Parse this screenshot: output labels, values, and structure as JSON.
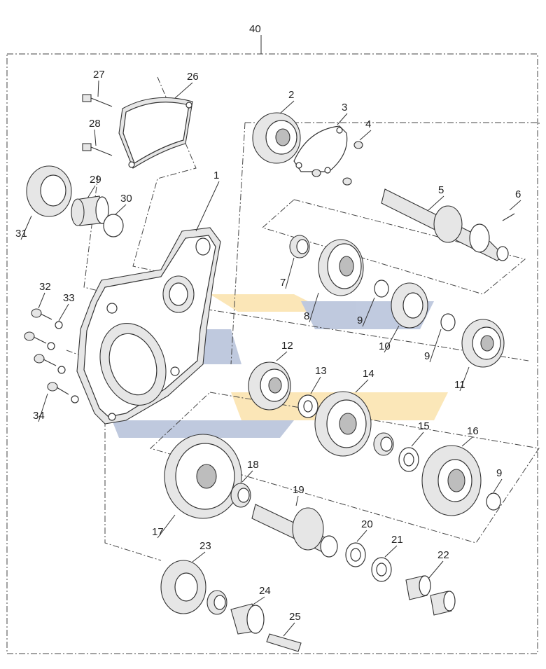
{
  "diagram": {
    "assembly_label": "40",
    "parts": [
      {
        "number": "1",
        "icon": "gearbox-housing"
      },
      {
        "number": "2",
        "icon": "ball-bearing"
      },
      {
        "number": "3",
        "icon": "retainer-plate"
      },
      {
        "number": "4",
        "icon": "screw"
      },
      {
        "number": "5",
        "icon": "input-shaft"
      },
      {
        "number": "6",
        "icon": "pin"
      },
      {
        "number": "7",
        "icon": "needle-bearing"
      },
      {
        "number": "8",
        "icon": "gear"
      },
      {
        "number": "9",
        "icon": "circlip"
      },
      {
        "number": "10",
        "icon": "gear"
      },
      {
        "number": "11",
        "icon": "ball-bearing"
      },
      {
        "number": "12",
        "icon": "ball-bearing"
      },
      {
        "number": "13",
        "icon": "washer"
      },
      {
        "number": "14",
        "icon": "gear"
      },
      {
        "number": "15",
        "icon": "washer"
      },
      {
        "number": "16",
        "icon": "gear"
      },
      {
        "number": "17",
        "icon": "gear"
      },
      {
        "number": "18",
        "icon": "needle-bearing"
      },
      {
        "number": "19",
        "icon": "pinion-shaft"
      },
      {
        "number": "20",
        "icon": "washer"
      },
      {
        "number": "21",
        "icon": "washer"
      },
      {
        "number": "22",
        "icon": "bushing"
      },
      {
        "number": "23",
        "icon": "gear"
      },
      {
        "number": "24",
        "icon": "spacer-sleeve"
      },
      {
        "number": "25",
        "icon": "shaft"
      },
      {
        "number": "26",
        "icon": "cover-plate"
      },
      {
        "number": "27",
        "icon": "bolt"
      },
      {
        "number": "28",
        "icon": "bolt"
      },
      {
        "number": "29",
        "icon": "bushing"
      },
      {
        "number": "30",
        "icon": "o-ring"
      },
      {
        "number": "31",
        "icon": "oil-seal"
      },
      {
        "number": "32",
        "icon": "bolt"
      },
      {
        "number": "33",
        "icon": "washer"
      },
      {
        "number": "34",
        "icon": "bolt"
      }
    ]
  }
}
